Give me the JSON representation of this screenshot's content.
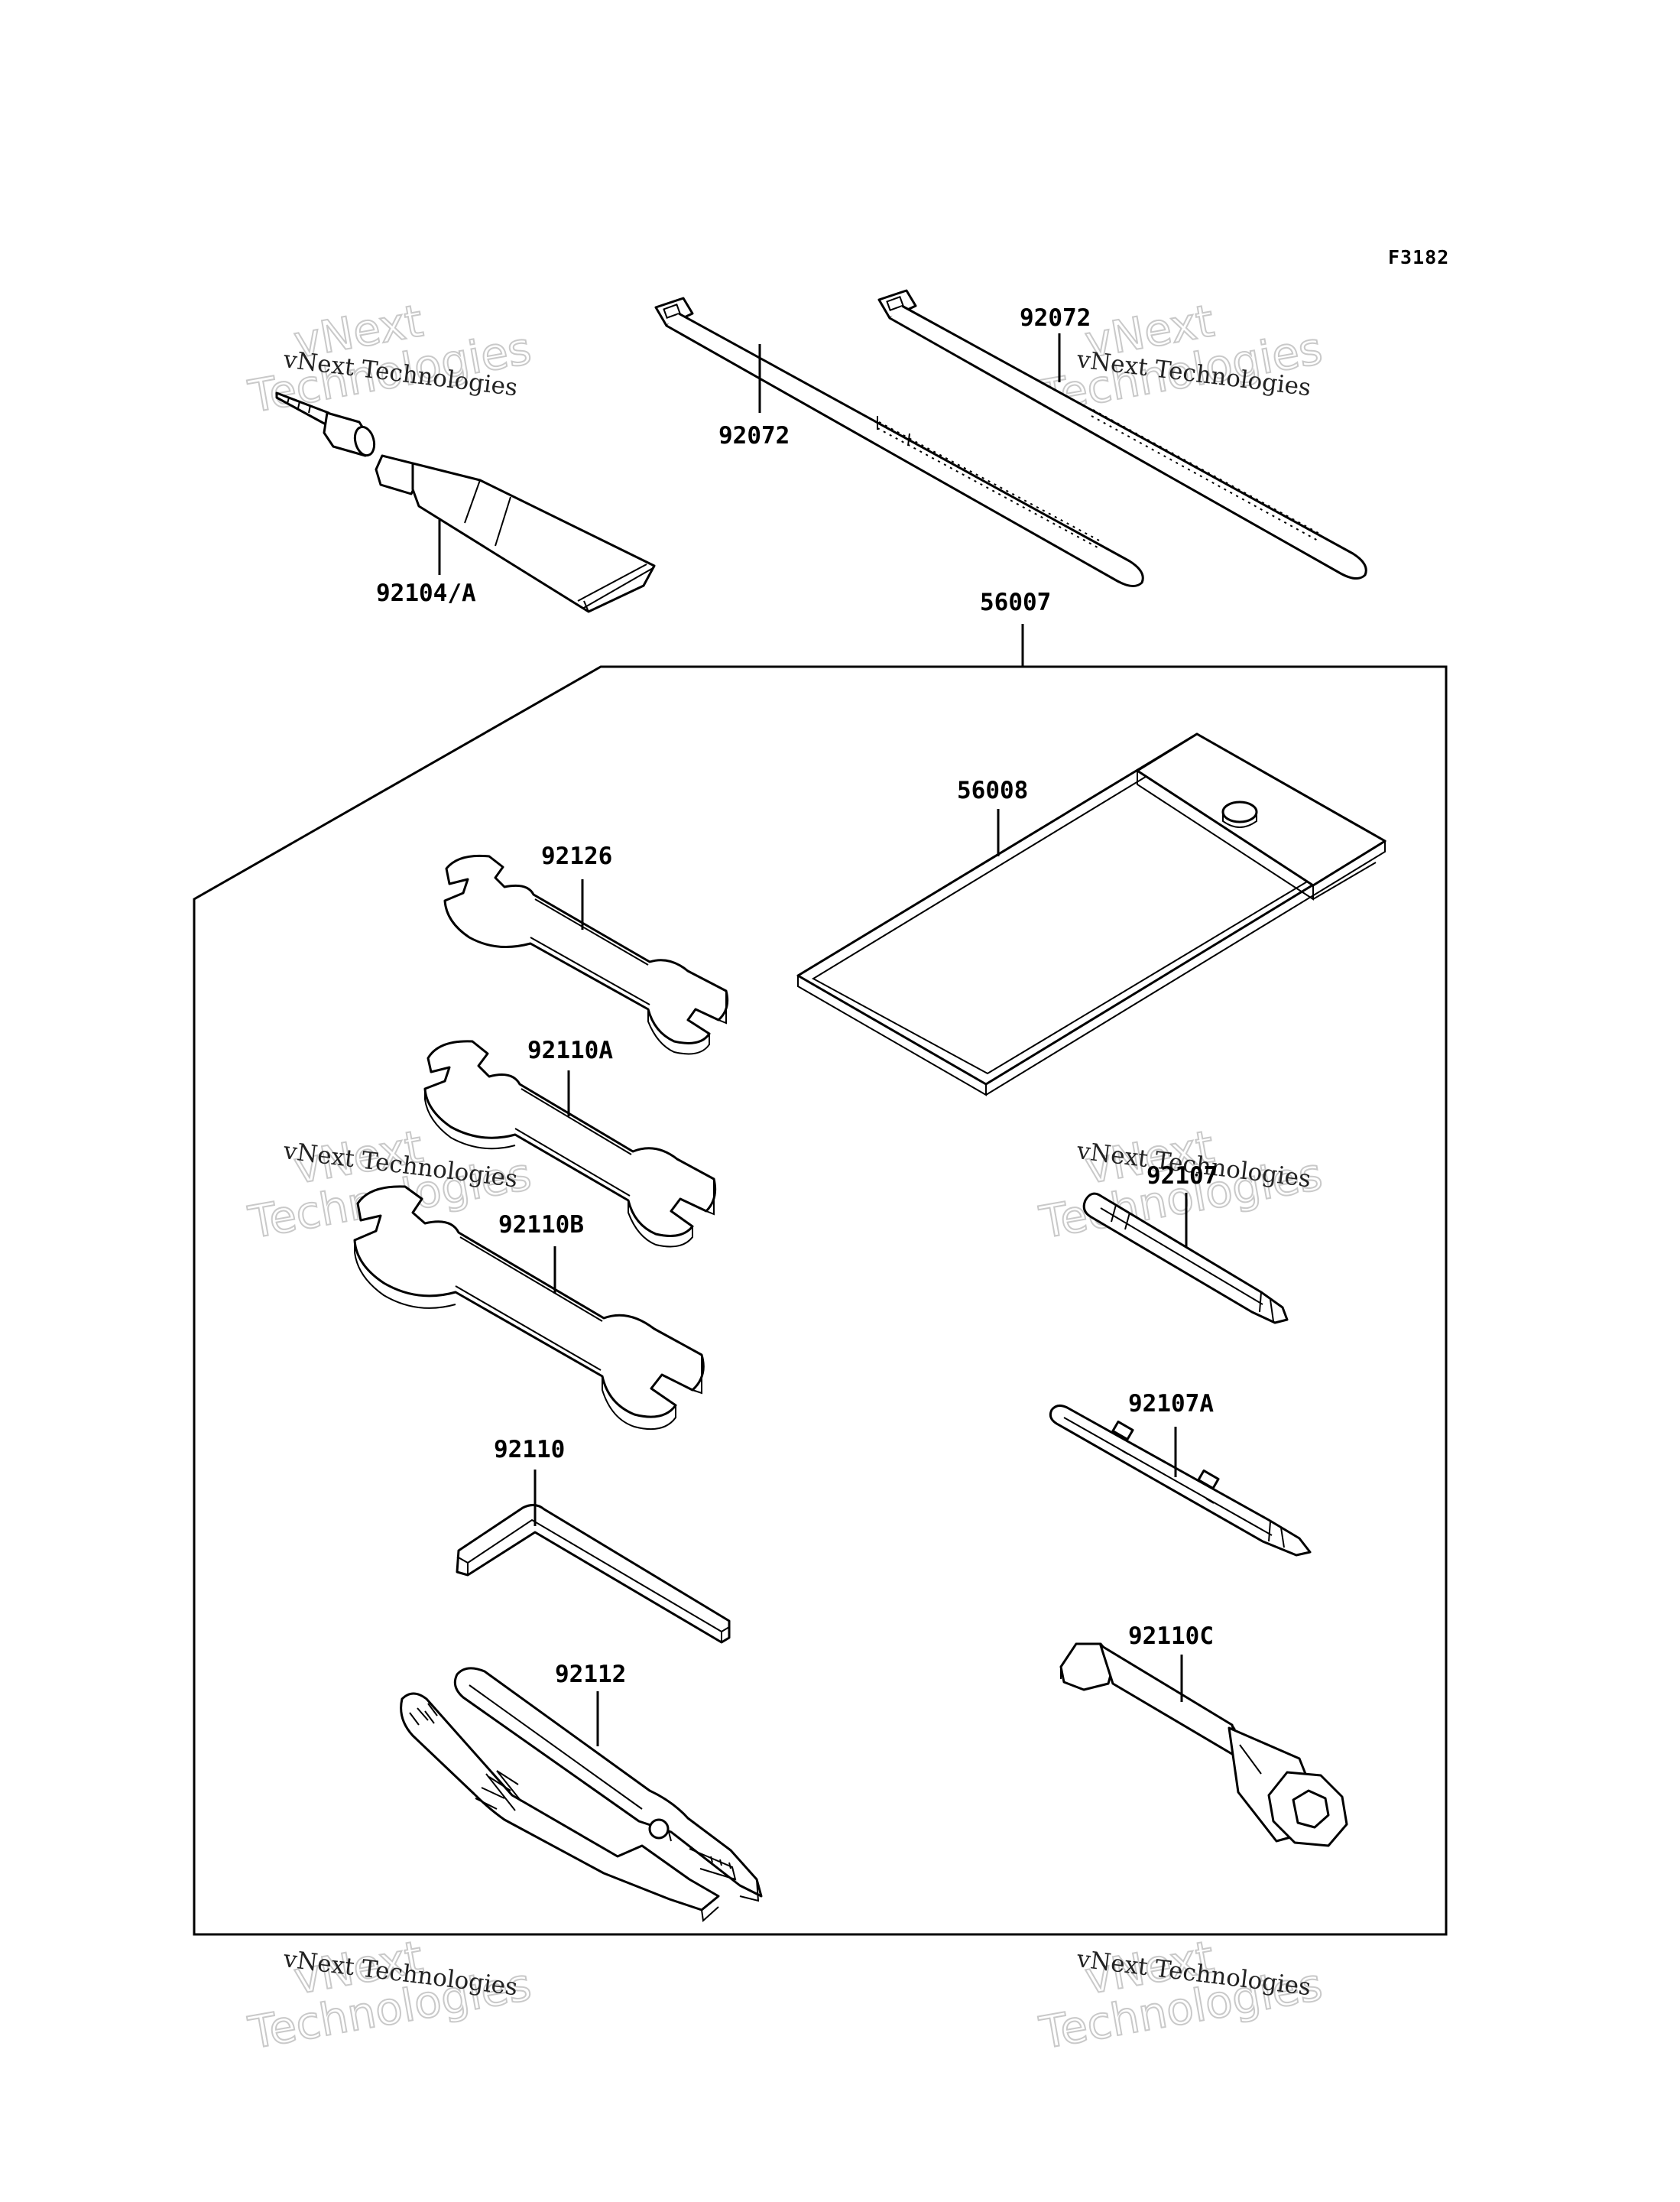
{
  "figure": {
    "id": "F3182"
  },
  "frame": {
    "label": "56007"
  },
  "parts": [
    {
      "key": "tube",
      "number": "92104/A"
    },
    {
      "key": "tie-left",
      "number": "92072"
    },
    {
      "key": "tie-right",
      "number": "92072"
    },
    {
      "key": "wallet",
      "number": "56008"
    },
    {
      "key": "wrench-92126",
      "number": "92126"
    },
    {
      "key": "wrench-92110a",
      "number": "92110A"
    },
    {
      "key": "wrench-92110b",
      "number": "92110B"
    },
    {
      "key": "hex-key",
      "number": "92110"
    },
    {
      "key": "pliers",
      "number": "92112"
    },
    {
      "key": "screwdriver-bit",
      "number": "92107"
    },
    {
      "key": "screwdriver-92107a",
      "number": "92107A"
    },
    {
      "key": "box-wrench",
      "number": "92110C"
    }
  ],
  "watermarks": [
    {
      "small": "vNext Technologies",
      "big1": "vNext",
      "big2": "Technologies"
    },
    {
      "small": "vNext Technologies",
      "big1": "vNext",
      "big2": "Technologies"
    },
    {
      "small": "vNext Technologies",
      "big1": "vNext",
      "big2": "Technologies"
    },
    {
      "small": "vNext Technologies",
      "big1": "vNext",
      "big2": "Technologies"
    },
    {
      "small": "vNext Technologies",
      "big1": "vNext",
      "big2": "Technologies"
    },
    {
      "small": "vNext Technologies",
      "big1": "vNext",
      "big2": "Technologies"
    }
  ],
  "colors": {
    "ink": "#000000",
    "paper": "#ffffff",
    "watermark": "#c9c9c9"
  }
}
